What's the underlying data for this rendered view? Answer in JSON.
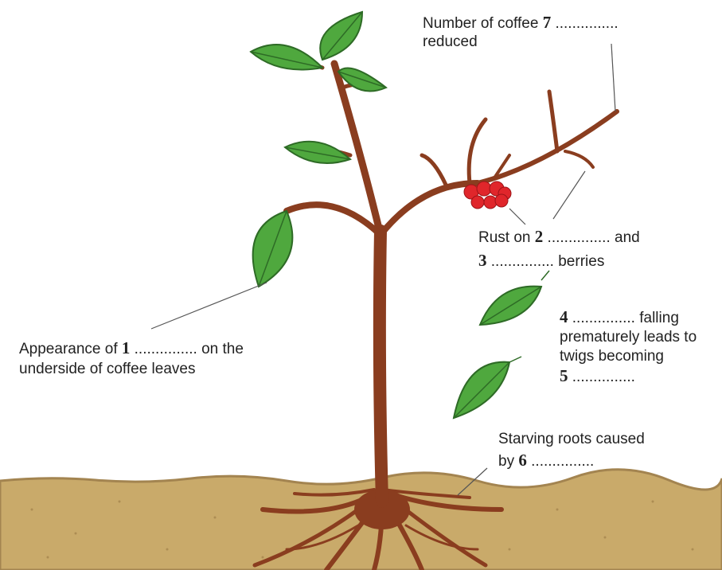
{
  "labels": {
    "l7": {
      "line1_pre": "Number of coffee ",
      "num": "7",
      "line1_post": " ...............",
      "line2": "reduced"
    },
    "l2": {
      "line1_pre": "Rust on ",
      "num2": "2",
      "line1_post": " ............... and",
      "num3": "3",
      "line2_post": " ............... berries"
    },
    "l4": {
      "num4": "4",
      "line1_post": " ............... falling",
      "line2": "prematurely leads to",
      "line3": "twigs becoming",
      "num5": "5",
      "line4_post": " ..............."
    },
    "l1": {
      "line1_pre": "Appearance of ",
      "num": "1",
      "line1_post": " ............... on the",
      "line2": "underside of coffee leaves"
    },
    "l6": {
      "line1": "Starving roots caused",
      "line2_pre": "by ",
      "num": "6",
      "line2_post": " ..............."
    }
  },
  "colors": {
    "stem": "#8a3d1f",
    "stem_dark": "#5c2410",
    "leaf": "#4fa83e",
    "leaf_dark": "#2e6b26",
    "berry": "#e0262b",
    "soil": "#c9aa6a",
    "soil_edge": "#a38450",
    "leader": "#555555"
  }
}
